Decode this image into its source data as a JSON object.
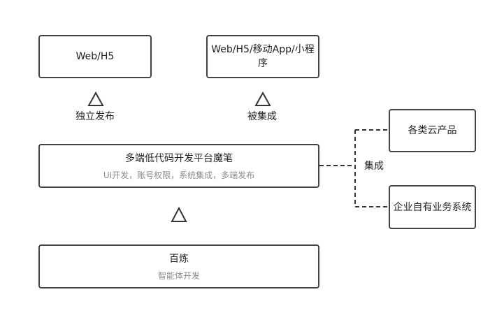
{
  "boxes": {
    "web_h5": {
      "title": "Web/H5"
    },
    "web_multi": {
      "title": "Web/H5/移动App/小程序"
    },
    "platform": {
      "title": "多端低代码开发平台魔笔",
      "subtitle": "UI开发，账号权限，系统集成，多端发布"
    },
    "cloud": {
      "title": "各类云产品"
    },
    "enterprise": {
      "title": "企业自有业务系统"
    },
    "bailian": {
      "title": "百炼",
      "subtitle": "智能体开发"
    }
  },
  "labels": {
    "standalone_publish": "独立发布",
    "integrated_by": "被集成",
    "integrate": "集成"
  },
  "colors": {
    "border": "#444444",
    "text": "#222222",
    "subtext": "#8c8c8c"
  }
}
